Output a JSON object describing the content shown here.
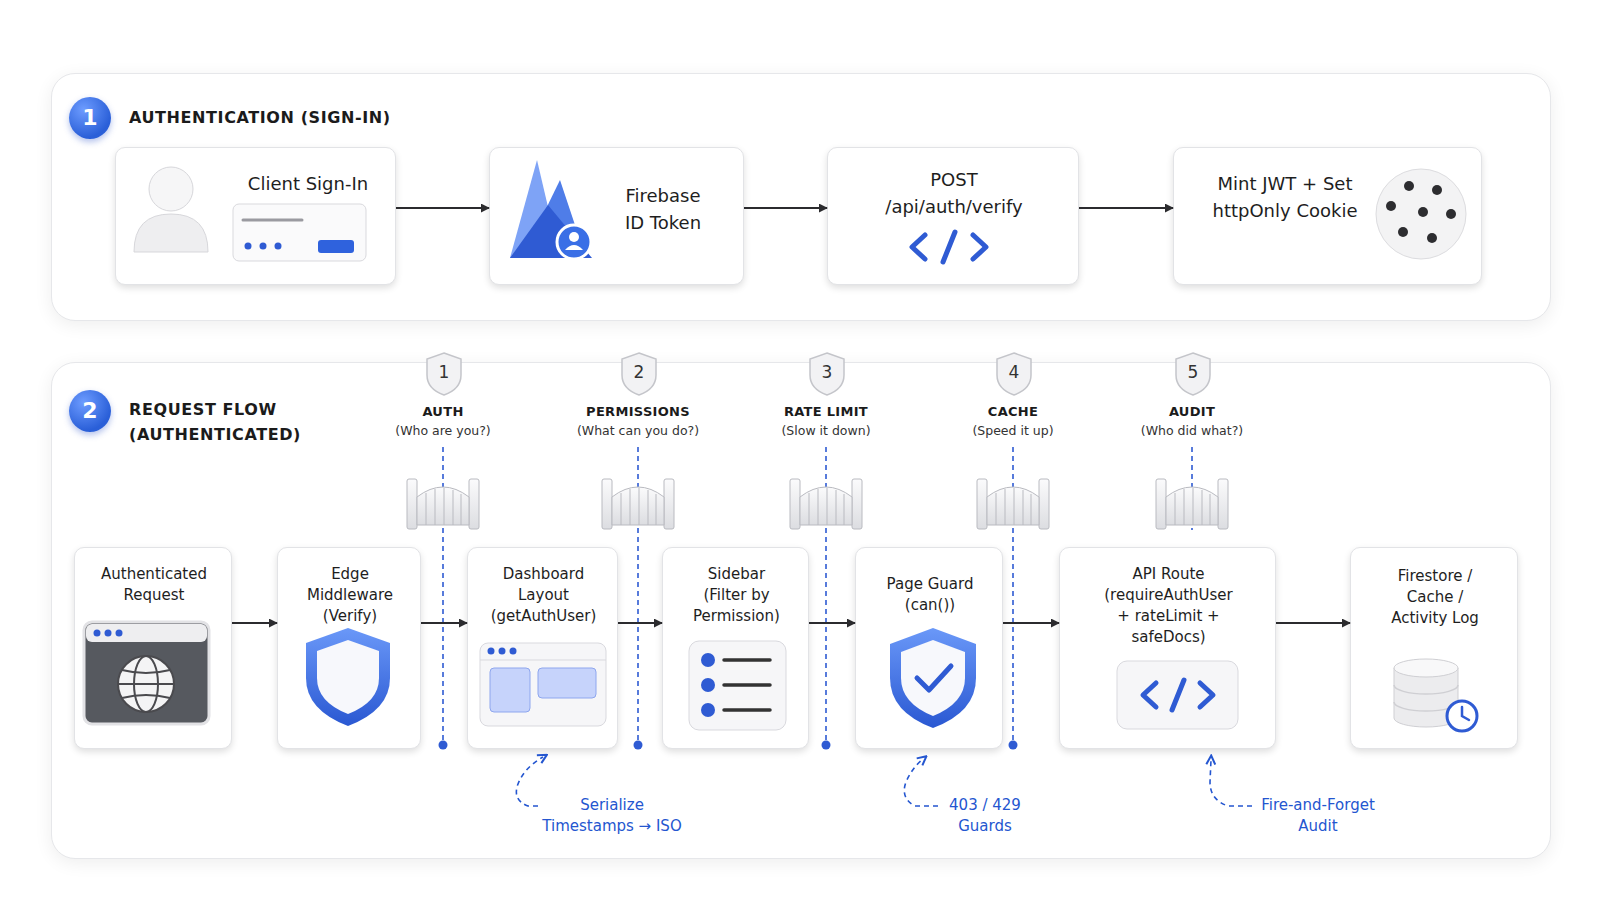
{
  "diagram": {
    "nodes": [
      {
        "text": [
          "AUTHENTICATION (SIGN-IN)"
        ]
      },
      {
        "text": [
          "1"
        ],
        "in": 0
      },
      {
        "text": [
          "Client Sign-In"
        ],
        "in": 0
      },
      {
        "text": [
          "Firebase ID Token"
        ],
        "in": 0
      },
      {
        "text": [
          "POST /api/auth/verify"
        ],
        "in": 0
      },
      {
        "text": [
          "Mint JWT + Set httpOnly Cookie"
        ],
        "in": 0
      },
      {
        "text": [
          "REQUEST FLOW (AUTHENTICATED)"
        ]
      },
      {
        "text": [
          "2"
        ],
        "in": 6
      },
      {
        "text": [
          "1"
        ],
        "in": 6
      },
      {
        "text": [
          "2"
        ],
        "in": 6
      },
      {
        "text": [
          "3"
        ],
        "in": 6
      },
      {
        "text": [
          "4"
        ],
        "in": 6
      },
      {
        "text": [
          "5"
        ],
        "in": 6
      },
      {
        "text": [
          "Authenticated Request"
        ],
        "in": 6
      },
      {
        "text": [
          "Edge Middleware (Verify)"
        ],
        "in": 6
      },
      {
        "text": [
          "Dashboard Layout (getAuthUser)"
        ],
        "in": 6
      },
      {
        "text": [
          "Sidebar (Filter by Permission)"
        ],
        "in": 6
      },
      {
        "text": [
          "Page Guard (can())"
        ],
        "in": 6
      },
      {
        "text": [
          "API Route (requireAuthUser + rateLimit + safeDocs)"
        ],
        "in": 6
      },
      {
        "text": [
          "Firestore / Cache / Activity Log"
        ],
        "in": 6
      }
    ],
    "edges": [
      {
        "from": 2,
        "to": 3,
        "arrow": "to"
      },
      {
        "from": 3,
        "to": 4,
        "arrow": "to"
      },
      {
        "from": 4,
        "to": 5,
        "arrow": "to"
      },
      {
        "from": 13,
        "to": 14,
        "arrow": "to"
      },
      {
        "from": 14,
        "to": 15,
        "arrow": "to"
      },
      {
        "from": 15,
        "to": 16,
        "arrow": "to"
      },
      {
        "from": 16,
        "to": 17,
        "arrow": "to"
      },
      {
        "from": 17,
        "to": 18,
        "arrow": "to"
      },
      {
        "from": 18,
        "to": 19,
        "arrow": "to"
      }
    ],
    "labels": [
      "AUTH",
      "(Who are you?)",
      "PERMISSIONS",
      "(What can you do?)",
      "RATE LIMIT",
      "(Slow it down)",
      "CACHE",
      "(Speed it up)",
      "AUDIT",
      "(Who did what?)",
      "Serialize Timestamps → ISO",
      "403 / 429 Guards",
      "Fire-and-Forget Audit"
    ]
  }
}
